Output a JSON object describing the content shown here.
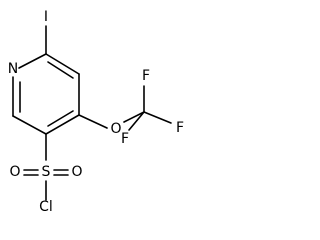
{
  "molecule": {
    "atoms": {
      "iodine": "I",
      "nitrogen": "N",
      "oxygen_ether": "O",
      "fluorine_top": "F",
      "fluorine_right": "F",
      "fluorine_lower": "F",
      "sulfur": "S",
      "oxygen_sulfonyl_left": "O",
      "oxygen_sulfonyl_right": "O",
      "chlorine": "Cl"
    },
    "colors": {
      "bond": "#000000",
      "label": "#000000",
      "background": "#ffffff"
    }
  }
}
